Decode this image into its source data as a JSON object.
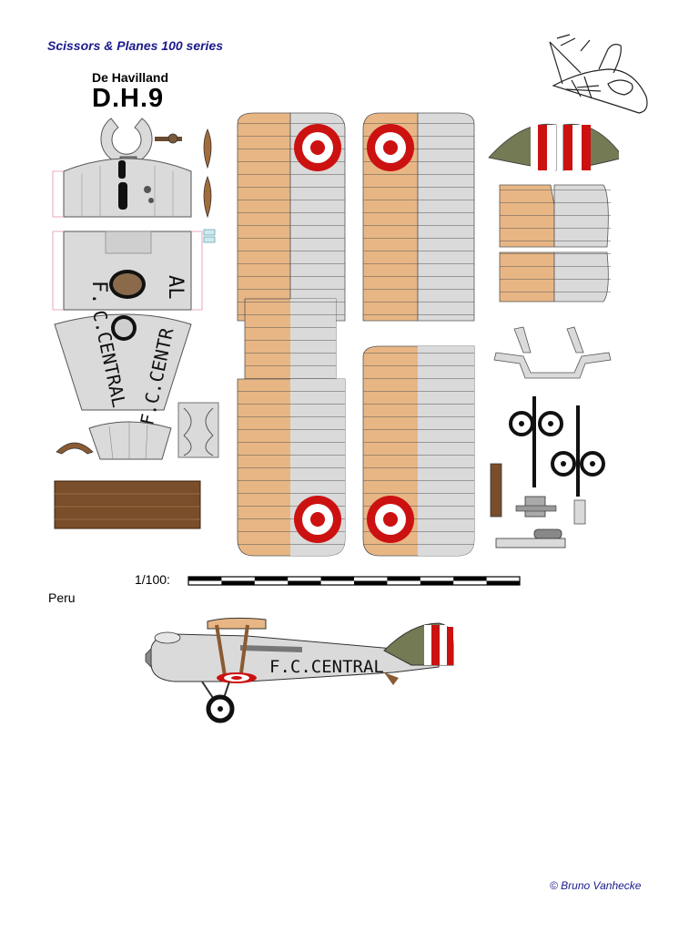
{
  "header": {
    "series": "Scissors & Planes 100 series",
    "maker": "De Havilland",
    "model": "D.H.9"
  },
  "parts": {
    "fuselage_left_marking": "F.",
    "fuselage_right_marking": "AL",
    "top_panel_left_text": "C.CENTRAL",
    "top_panel_right_text": "F.C.CENTR"
  },
  "scale": {
    "label": "1/100:",
    "segments": 10
  },
  "country": "Peru",
  "side_view": {
    "marking": "F.C.CENTRAL"
  },
  "footer": {
    "copyright": "© Bruno Vanhecke"
  },
  "colors": {
    "wing_wood": "#e8b684",
    "wing_grey": "#dadada",
    "roundel_red": "#cc1111",
    "rudder_olive": "#737a54",
    "strut_brown": "#8a5a32"
  }
}
